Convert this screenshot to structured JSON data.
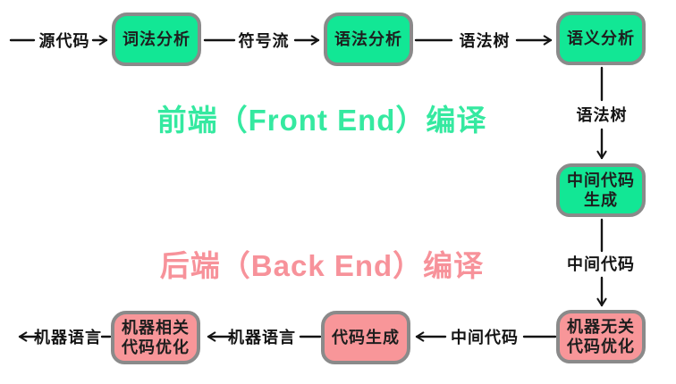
{
  "diagram": {
    "description": "compiler-pipeline-flowchart"
  },
  "colors": {
    "green_fill": "#12E795",
    "pink_fill": "#F89699",
    "border_gray": "#8a8a8a",
    "line_black": "#141414",
    "front_title_green": "#35E9A0",
    "back_title_pink": "#F7929A",
    "node_text": "#1e1e1e",
    "page_bg": "#ffffff"
  },
  "titles": {
    "front_end": "前端（Front End）编译",
    "back_end": "后端（Back End）编译"
  },
  "nodes": {
    "lexer": {
      "label": "词法分析"
    },
    "parser": {
      "label": "语法分析"
    },
    "semantic": {
      "label": "语义分析"
    },
    "ir_gen": {
      "label": "中间代码\n生成"
    },
    "machine_independent_opt": {
      "label": "机器无关\n代码优化"
    },
    "code_gen": {
      "label": "代码生成"
    },
    "machine_dependent_opt": {
      "label": "机器相关\n代码优化"
    }
  },
  "edge_labels": {
    "source_code": "源代码",
    "token_stream": "符号流",
    "syntax_tree_top": "语法树",
    "syntax_tree_right": "语法树",
    "intermediate_code_right": "中间代码",
    "intermediate_code_bottom": "中间代码",
    "machine_language_mid": "机器语言",
    "machine_language_out": "机器语言"
  }
}
